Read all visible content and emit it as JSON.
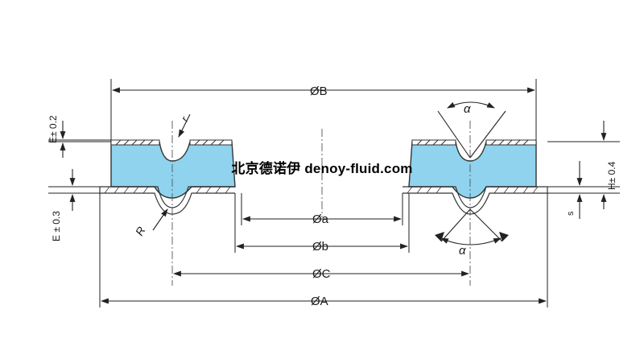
{
  "dimensions": {
    "outer_diameter": "ØA",
    "top_diameter": "ØB",
    "bead_diameter": "ØC",
    "bore_diameter": "Øa",
    "inner_diameter": "Øb",
    "height": "H± 0.4",
    "edge_top": "E± 0.2",
    "edge_bottom": "E ± 0.3",
    "thickness": "s",
    "radius": "R",
    "radius_small": "r",
    "angle_top": "α",
    "angle_bottom": "α"
  },
  "watermark": "北京德诺伊 denoy-fluid.com",
  "colors": {
    "seal_fill": "#8fd3ee",
    "seal_stroke": "#333333",
    "line": "#222222",
    "centerline": "#555555"
  }
}
